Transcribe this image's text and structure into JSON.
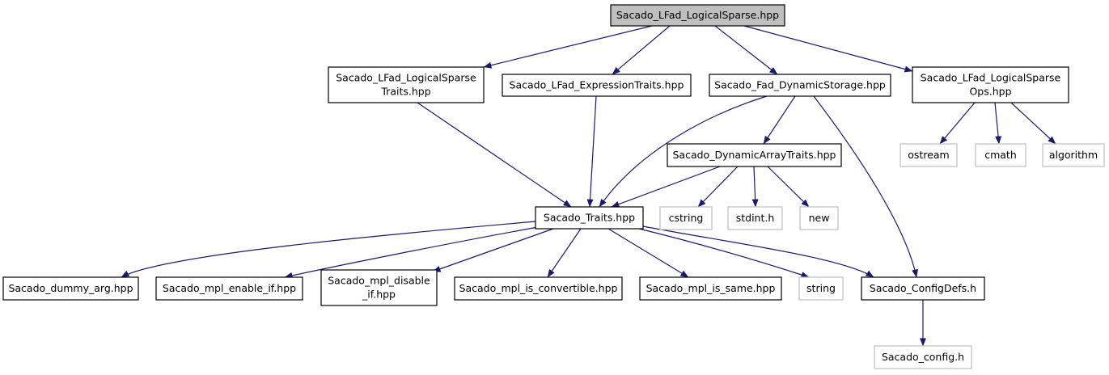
{
  "colors": {
    "edge": "#191970",
    "root_fill": "#bfbfbf",
    "node_border": "#000000",
    "system_border": "#bfbfbf",
    "node_fill": "#ffffff",
    "text": "#000000"
  },
  "nodes": [
    {
      "id": "root",
      "lines": [
        "Sacado_LFad_LogicalSparse.hpp"
      ],
      "kind": "root"
    },
    {
      "id": "lsTraits",
      "lines": [
        "Sacado_LFad_LogicalSparse",
        "Traits.hpp"
      ],
      "kind": "file"
    },
    {
      "id": "exprTraits",
      "lines": [
        "Sacado_LFad_ExpressionTraits.hpp"
      ],
      "kind": "file"
    },
    {
      "id": "dynStorage",
      "lines": [
        "Sacado_Fad_DynamicStorage.hpp"
      ],
      "kind": "file"
    },
    {
      "id": "lsOps",
      "lines": [
        "Sacado_LFad_LogicalSparse",
        "Ops.hpp"
      ],
      "kind": "file"
    },
    {
      "id": "ostream",
      "lines": [
        "ostream"
      ],
      "kind": "system"
    },
    {
      "id": "cmath",
      "lines": [
        "cmath"
      ],
      "kind": "system"
    },
    {
      "id": "algorithm",
      "lines": [
        "algorithm"
      ],
      "kind": "system"
    },
    {
      "id": "dynArray",
      "lines": [
        "Sacado_DynamicArrayTraits.hpp"
      ],
      "kind": "file"
    },
    {
      "id": "traits",
      "lines": [
        "Sacado_Traits.hpp"
      ],
      "kind": "file"
    },
    {
      "id": "cstring",
      "lines": [
        "cstring"
      ],
      "kind": "system"
    },
    {
      "id": "stdint",
      "lines": [
        "stdint.h"
      ],
      "kind": "system"
    },
    {
      "id": "new",
      "lines": [
        "new"
      ],
      "kind": "system"
    },
    {
      "id": "dummyArg",
      "lines": [
        "Sacado_dummy_arg.hpp"
      ],
      "kind": "file"
    },
    {
      "id": "enableIf",
      "lines": [
        "Sacado_mpl_enable_if.hpp"
      ],
      "kind": "file"
    },
    {
      "id": "disableIf",
      "lines": [
        "Sacado_mpl_disable",
        "_if.hpp"
      ],
      "kind": "file"
    },
    {
      "id": "isConvertible",
      "lines": [
        "Sacado_mpl_is_convertible.hpp"
      ],
      "kind": "file"
    },
    {
      "id": "isSame",
      "lines": [
        "Sacado_mpl_is_same.hpp"
      ],
      "kind": "file"
    },
    {
      "id": "string",
      "lines": [
        "string"
      ],
      "kind": "system"
    },
    {
      "id": "configDefs",
      "lines": [
        "Sacado_ConfigDefs.h"
      ],
      "kind": "file"
    },
    {
      "id": "config",
      "lines": [
        "Sacado_config.h"
      ],
      "kind": "system"
    }
  ],
  "edges": [
    [
      "root",
      "lsTraits"
    ],
    [
      "root",
      "exprTraits"
    ],
    [
      "root",
      "dynStorage"
    ],
    [
      "root",
      "lsOps"
    ],
    [
      "lsTraits",
      "traits"
    ],
    [
      "exprTraits",
      "traits"
    ],
    [
      "dynStorage",
      "traits"
    ],
    [
      "dynStorage",
      "dynArray"
    ],
    [
      "dynStorage",
      "configDefs"
    ],
    [
      "lsOps",
      "ostream"
    ],
    [
      "lsOps",
      "cmath"
    ],
    [
      "lsOps",
      "algorithm"
    ],
    [
      "dynArray",
      "traits"
    ],
    [
      "dynArray",
      "cstring"
    ],
    [
      "dynArray",
      "stdint"
    ],
    [
      "dynArray",
      "new"
    ],
    [
      "traits",
      "dummyArg"
    ],
    [
      "traits",
      "enableIf"
    ],
    [
      "traits",
      "disableIf"
    ],
    [
      "traits",
      "isConvertible"
    ],
    [
      "traits",
      "isSame"
    ],
    [
      "traits",
      "string"
    ],
    [
      "traits",
      "configDefs"
    ],
    [
      "configDefs",
      "config"
    ]
  ]
}
